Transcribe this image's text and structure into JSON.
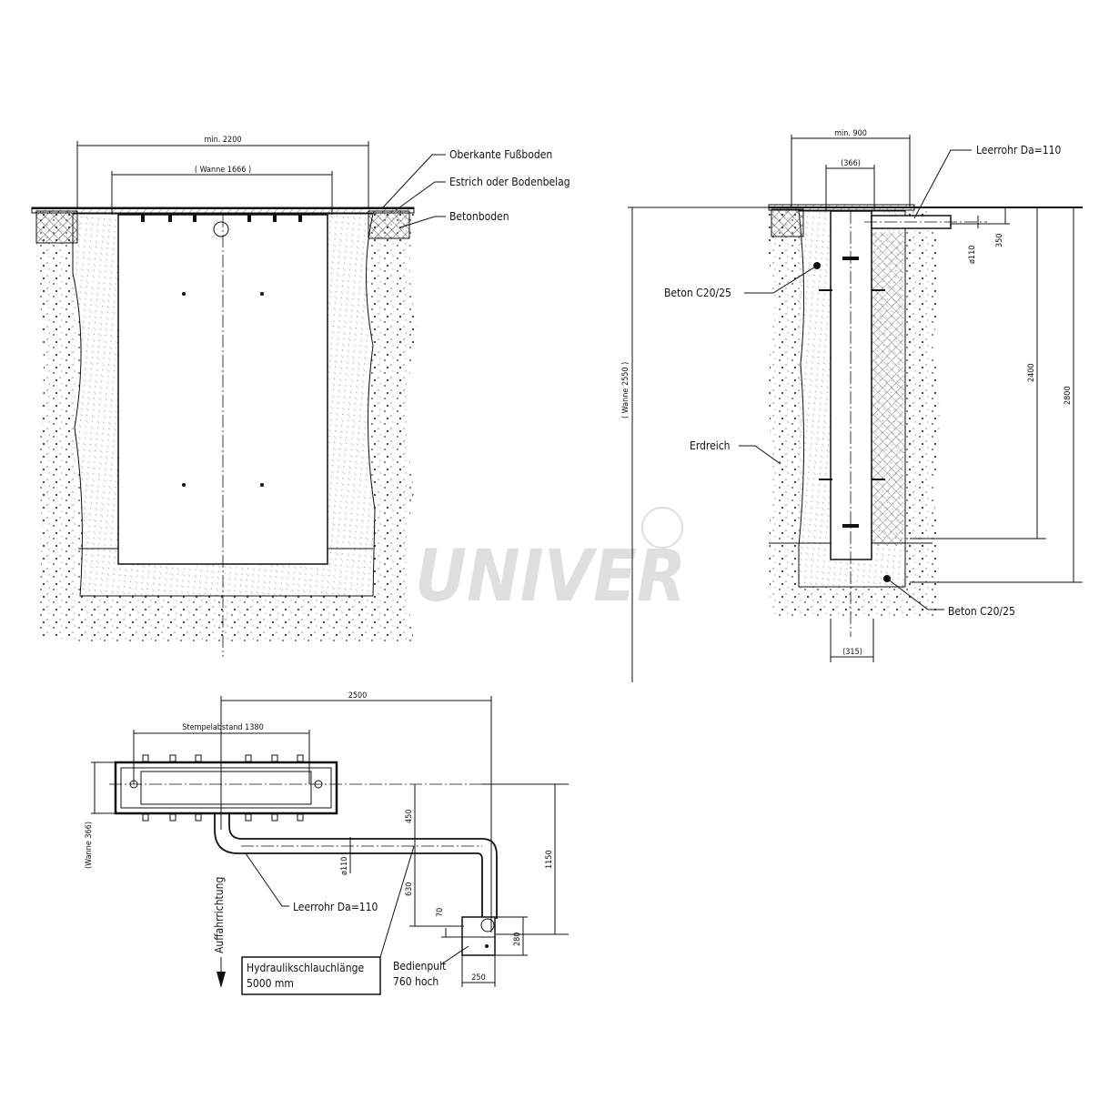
{
  "section_view": {
    "dim_width": "min. 2200",
    "dim_tank": "( Wanne 1666 )",
    "labels": [
      "Oberkante Fußboden",
      "Estrich oder Bodenbelag",
      "Betonboden"
    ]
  },
  "side_view": {
    "dim_width": "min. 900",
    "dim_tank": "(366)",
    "dim_bottom": "(315)",
    "dim_tank_depth": "( Wanne 2550 )",
    "dim_2400": "2400",
    "dim_2800": "2800",
    "dim_350": "350",
    "dim_pipe": "ø110",
    "label_pipe": "Leerrohr Da=110",
    "label_concrete_top": "Beton C20/25",
    "label_soil": "Erdreich",
    "label_concrete_bottom": "Beton C20/25"
  },
  "plan_view": {
    "dim_2500": "2500",
    "dim_stamp": "Stempelabstand 1380",
    "dim_tank_width": "(Wanne 366)",
    "dim_450": "450",
    "dim_630": "630",
    "dim_1150": "1150",
    "dim_70": "70",
    "dim_280": "280",
    "dim_250": "250",
    "dim_pipe": "ø110",
    "label_pipe": "Leerrohr Da=110",
    "label_direction": "Auffahrrichtung",
    "hose_box": [
      "Hydraulikschlauchlänge",
      "5000 mm"
    ],
    "panel_label": [
      "Bedienpult",
      "760 hoch"
    ]
  },
  "watermark": "UNIVER"
}
